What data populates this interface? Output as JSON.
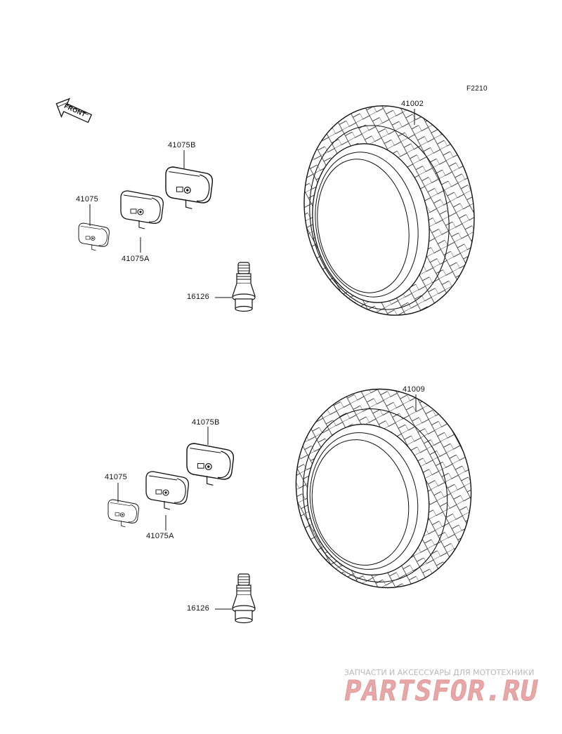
{
  "figure_code": "F2210",
  "front_arrow": {
    "text": "FRONT",
    "icon": "front-arrow-icon"
  },
  "parts": {
    "tire_top": "41002",
    "tire_bottom": "41009",
    "weight_b_top": "41075B",
    "weight_top": "41075",
    "weight_a_top": "41075A",
    "valve_top": "16126",
    "weight_b_bottom": "41075B",
    "weight_bottom": "41075",
    "weight_a_bottom": "41075A",
    "valve_bottom": "16126"
  },
  "watermark": {
    "subtitle": "ЗАПЧАСТИ И АКСЕССУАРЫ ДЛЯ МОТОТЕХНИКИ",
    "logo": "PARTSFOR.RU",
    "color": "#e8a6a6"
  }
}
